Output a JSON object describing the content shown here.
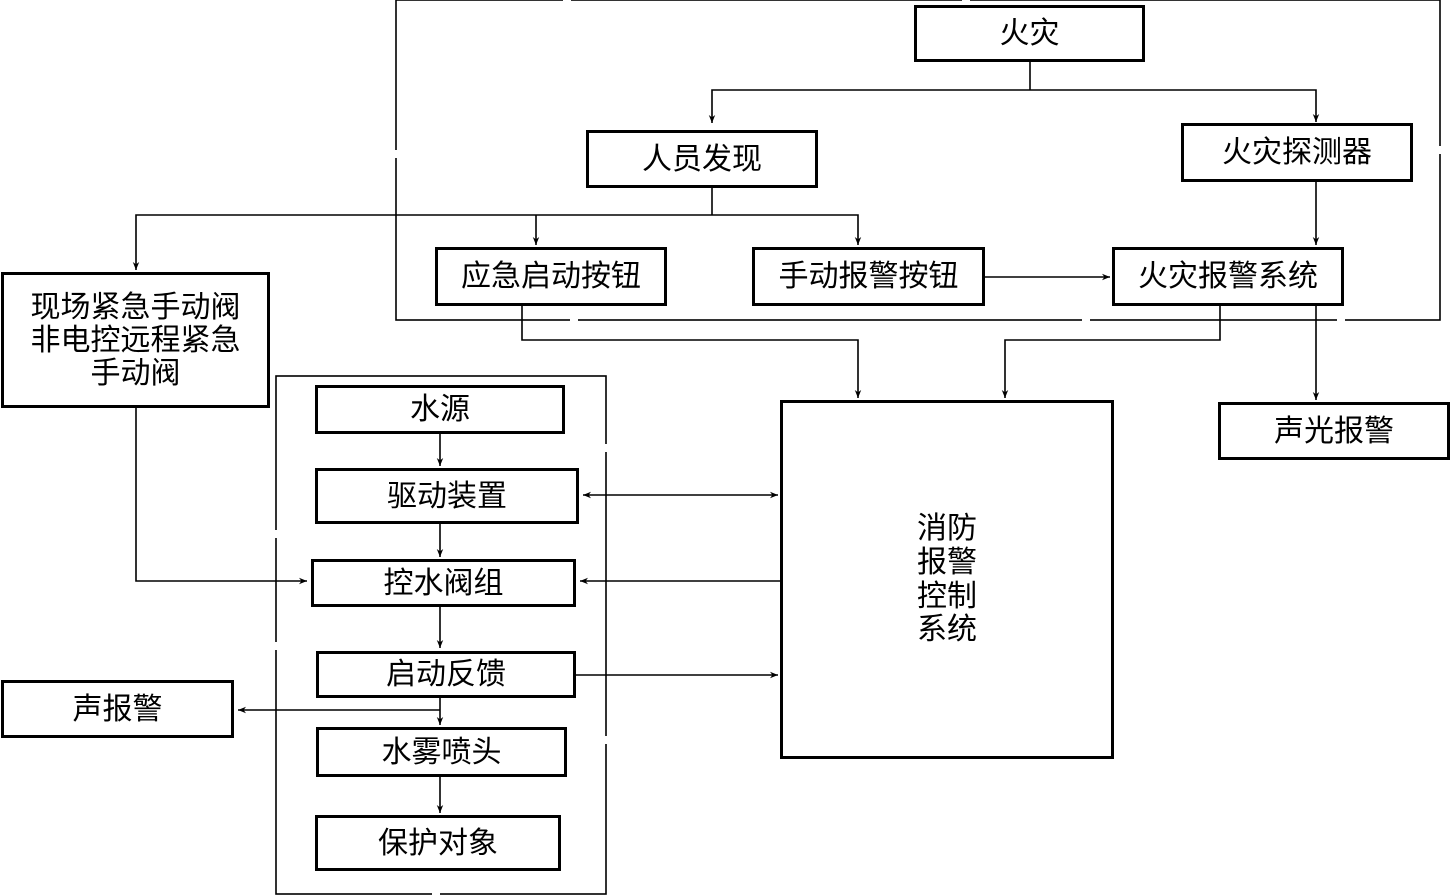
{
  "nodes": {
    "fire": "火灾",
    "person_found": "人员发现",
    "detector": "火灾探测器",
    "emergency_start_button": "应急启动按钮",
    "manual_alarm_button": "手动报警按钮",
    "fire_alarm_system": "火灾报警系统",
    "manual_valve_lines": [
      "现场紧急手动阀",
      "非电控远程紧急",
      "手动阀"
    ],
    "water_source": "水源",
    "drive_device": "驱动装置",
    "control_valve_group": "控水阀组",
    "start_feedback": "启动反馈",
    "sound_alarm": "声报警",
    "water_mist_nozzle": "水雾喷头",
    "protected_object": "保护对象",
    "control_system_lines": [
      "消防",
      "报警",
      "控制",
      "系统"
    ],
    "sound_light_alarm": "声光报警"
  }
}
